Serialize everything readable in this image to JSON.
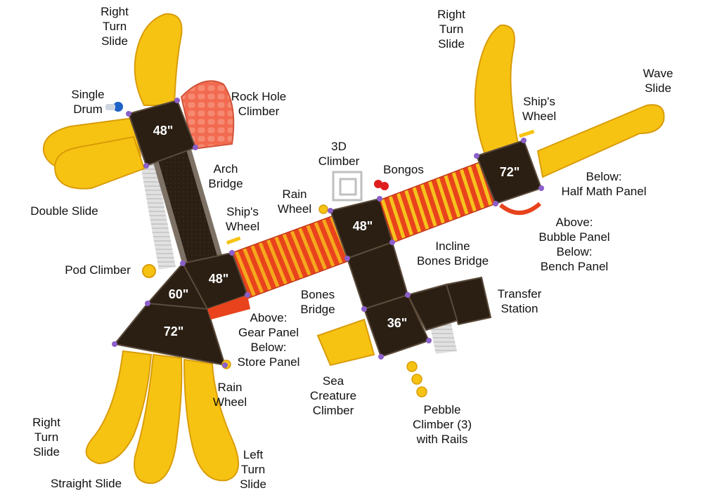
{
  "colors": {
    "deck": "#2b1f14",
    "deck_edge": "#4a3a2a",
    "slide_yellow": "#f7c313",
    "slide_shade": "#d99c08",
    "bridge_red": "#e8431c",
    "bridge_orange": "#f6a81d",
    "rock_climber": "#f26a4f",
    "clamp_purple": "#8b5fc9"
  },
  "decks": [
    {
      "height": "48\""
    },
    {
      "height": "48\""
    },
    {
      "height": "60\""
    },
    {
      "height": "72\""
    },
    {
      "height": "48\""
    },
    {
      "height": "36\""
    },
    {
      "height": "72\""
    }
  ],
  "labels": {
    "right_turn_slide_top": [
      "Right",
      "Turn",
      "Slide"
    ],
    "single_drum": [
      "Single",
      "Drum"
    ],
    "rock_hole_climber": [
      "Rock Hole",
      "Climber"
    ],
    "double_slide": [
      "Double Slide"
    ],
    "arch_bridge": [
      "Arch",
      "Bridge"
    ],
    "ships_wheel_left": [
      "Ship's",
      "Wheel"
    ],
    "pod_climber": [
      "Pod Climber"
    ],
    "rain_wheel_top": [
      "Rain",
      "Wheel"
    ],
    "climber_3d": [
      "3D",
      "Climber"
    ],
    "bongos": [
      "Bongos"
    ],
    "right_turn_slide_right": [
      "Right",
      "Turn",
      "Slide"
    ],
    "ships_wheel_right": [
      "Ship's",
      "Wheel"
    ],
    "wave_slide": [
      "Wave",
      "Slide"
    ],
    "half_math_panel": [
      "Below:",
      "Half Math Panel"
    ],
    "bubble_bench_panel": [
      "Above:",
      "Bubble Panel",
      "Below:",
      "Bench Panel"
    ],
    "incline_bones_bridge": [
      "Incline",
      "Bones Bridge"
    ],
    "bones_bridge": [
      "Bones",
      "Bridge"
    ],
    "gear_store_panel": [
      "Above:",
      "Gear Panel",
      "Below:",
      "Store Panel"
    ],
    "transfer_station": [
      "Transfer",
      "Station"
    ],
    "rain_wheel_bottom": [
      "Rain",
      "Wheel"
    ],
    "sea_creature_climber": [
      "Sea",
      "Creature",
      "Climber"
    ],
    "pebble_climber": [
      "Pebble",
      "Climber (3)",
      "with Rails"
    ],
    "right_turn_slide_bottom": [
      "Right",
      "Turn",
      "Slide"
    ],
    "straight_slide": [
      "Straight Slide"
    ],
    "left_turn_slide": [
      "Left",
      "Turn",
      "Slide"
    ]
  }
}
